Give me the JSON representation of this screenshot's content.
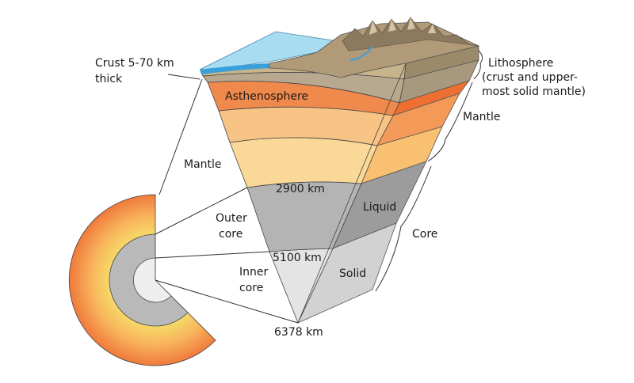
{
  "labels": {
    "crust_line1": "Crust 5-70 km",
    "crust_line2": "thick",
    "asthenosphere": "Asthenosphere",
    "mantle_left": "Mantle",
    "outer_core_line1": "Outer",
    "outer_core_line2": "core",
    "inner_core_line1": "Inner",
    "inner_core_line2": "core",
    "depth_2900": "2900 km",
    "depth_5100": "5100 km",
    "depth_6378": "6378 km",
    "liquid": "Liquid",
    "solid": "Solid",
    "lithosphere_line1": "Lithosphere",
    "lithosphere_line2": "(crust and upper-",
    "lithosphere_line3": "most solid mantle)",
    "mantle_right": "Mantle",
    "core": "Core"
  },
  "colors": {
    "ocean": "#a8dcf0",
    "ocean_deep": "#3aa0dc",
    "crust_land": "#b4a07c",
    "lithosphere": "#b8a890",
    "asthenosphere": "#f08a4c",
    "upper_mantle": "#f6a870",
    "mid_mantle": "#f8c486",
    "lower_mantle": "#fad898",
    "outer_core": "#b4b4b4",
    "inner_core": "#e4e4e4",
    "side_dark": "#9a9a9a",
    "side_light": "#d0d0d0"
  }
}
